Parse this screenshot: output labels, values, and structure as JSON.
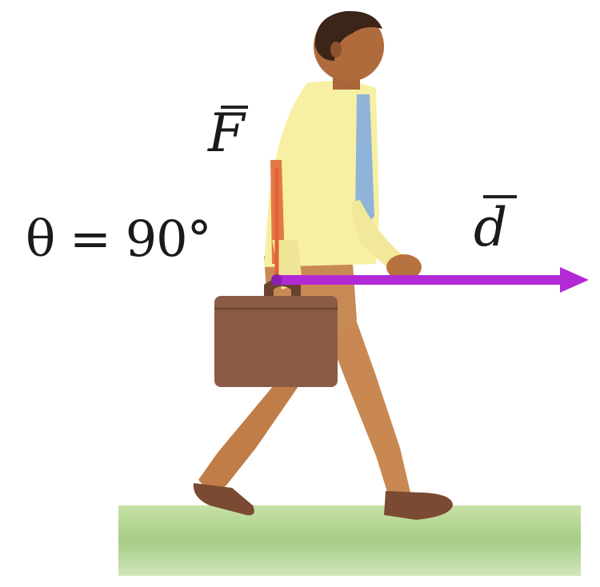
{
  "labels": {
    "theta": "θ = 90°",
    "force": "F",
    "displacement": "d"
  },
  "colors": {
    "displacement_arrow": "#b22ad6",
    "force_arrow": "#e06a3a",
    "shirt": "#f6ee9e",
    "tie": "#8fb2d8",
    "skin": "#b86f3c",
    "pants": "#c78650",
    "briefcase": "#8a5a44",
    "ground": "#a9cf8a"
  }
}
